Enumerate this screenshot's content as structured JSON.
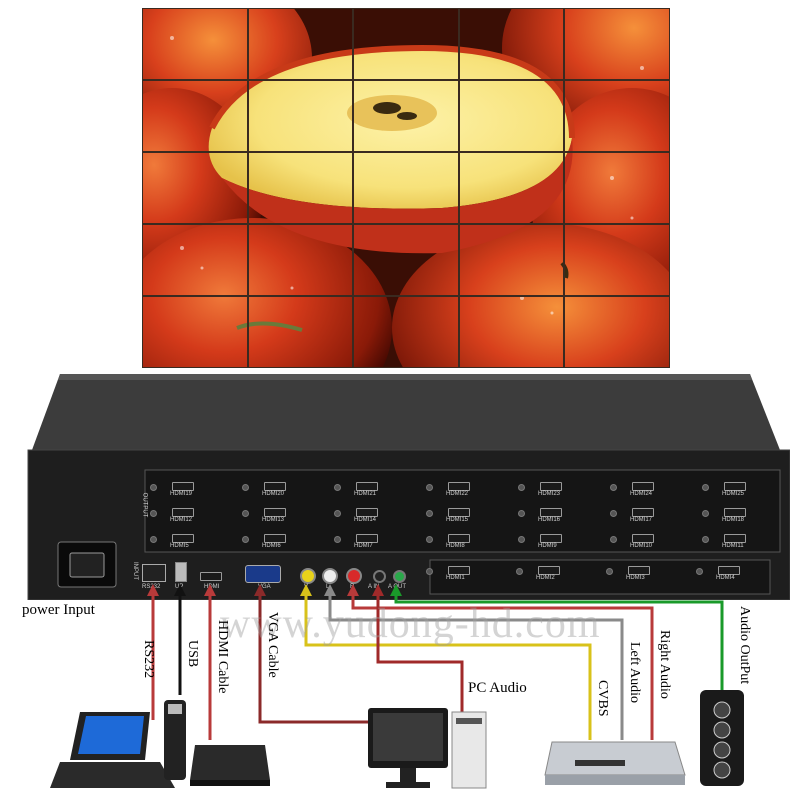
{
  "video_wall": {
    "rows": 5,
    "cols": 5
  },
  "device": {
    "output_label": "OUTPUT",
    "input_label": "INPUT",
    "hdmi_rows": [
      [
        "HDMI19",
        "HDMI20",
        "HDMI21",
        "HDMI22",
        "HDMI23",
        "HDMI24",
        "HDMI25"
      ],
      [
        "HDMI12",
        "HDMI13",
        "HDMI14",
        "HDMI15",
        "HDMI16",
        "HDMI17",
        "HDMI18"
      ],
      [
        "HDMI5",
        "HDMI6",
        "HDMI7",
        "HDMI8",
        "HDMI9",
        "HDMI10",
        "HDMI11"
      ],
      [
        "HDMI1",
        "HDMI2",
        "HDMI3",
        "HDMI4"
      ]
    ],
    "input_ports": {
      "rs232": "RS232",
      "usb": "UP",
      "hdmi": "HDMI",
      "vga": "VGA",
      "video": "V",
      "left": "L",
      "right": "R",
      "audio_in": "A IN",
      "audio_out": "A OUT"
    }
  },
  "labels": {
    "power_input": "power Input",
    "rs232": "RS232",
    "usb": "USB",
    "hdmi_cable": "HDMI Cable",
    "vga_cable": "VGA Cable",
    "pc_audio": "PC Audio",
    "cvbs": "CVBS",
    "left_audio": "Left Audio",
    "right_audio": "Right Audio",
    "audio_output": "Audio OutPut"
  },
  "watermark": "www.yudong-hd.com",
  "colors": {
    "rs232_cable": "#b83a3a",
    "usb_cable": "#111111",
    "hdmi_cable": "#b83a3a",
    "vga_cable": "#8b2a2a",
    "pc_audio_cable": "#a02a2a",
    "cvbs_cable": "#d8c21a",
    "left_audio_cable": "#8a8a8a",
    "right_audio_cable": "#b83a3a",
    "audio_out_cable": "#1a9a2a"
  }
}
